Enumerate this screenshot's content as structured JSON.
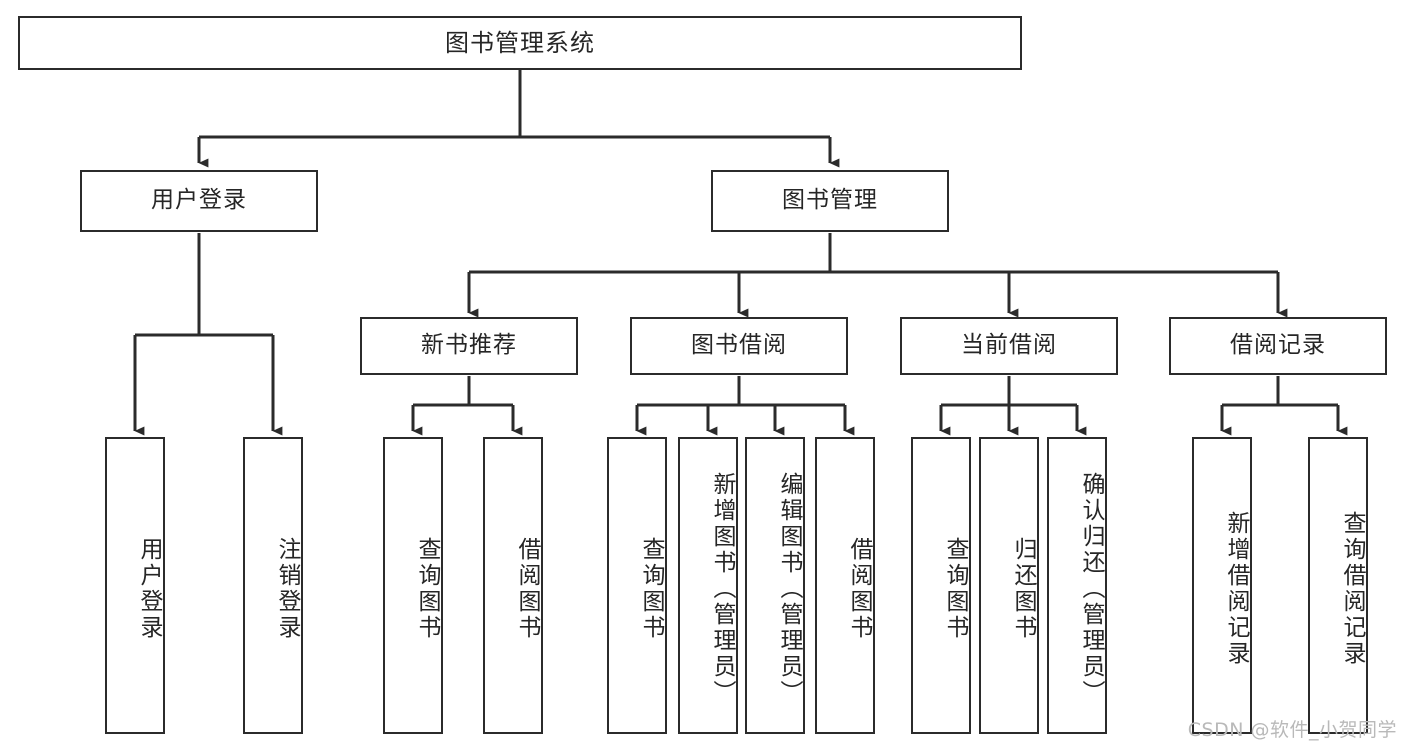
{
  "diagram": {
    "title": "图书管理系统",
    "type": "function-structure-tree",
    "watermark": "CSDN @软件_小贺同学",
    "colors": {
      "border": "#2b2b2b",
      "text": "#262626",
      "background": "#ffffff",
      "connector": "#2b2b2b",
      "watermark": "#b9b9b9"
    },
    "levels": {
      "root": {
        "label": "图书管理系统"
      },
      "level2": [
        {
          "label": "用户登录"
        },
        {
          "label": "图书管理"
        }
      ],
      "level3": [
        {
          "label": "新书推荐"
        },
        {
          "label": "图书借阅"
        },
        {
          "label": "当前借阅"
        },
        {
          "label": "借阅记录"
        }
      ],
      "leaves": {
        "user_login": [
          {
            "label": "用户登录"
          },
          {
            "label": "注销登录"
          }
        ],
        "new_book_recommend": [
          {
            "label": "查询图书"
          },
          {
            "label": "借阅图书"
          }
        ],
        "book_borrow": [
          {
            "label": "查询图书"
          },
          {
            "label": "新增图书（管理员）"
          },
          {
            "label": "编辑图书（管理员）"
          },
          {
            "label": "借阅图书"
          }
        ],
        "current_borrow": [
          {
            "label": "查询图书"
          },
          {
            "label": "归还图书"
          },
          {
            "label": "确认归还（管理员）"
          }
        ],
        "borrow_record": [
          {
            "label": "新增借阅记录"
          },
          {
            "label": "查询借阅记录"
          }
        ]
      }
    }
  }
}
